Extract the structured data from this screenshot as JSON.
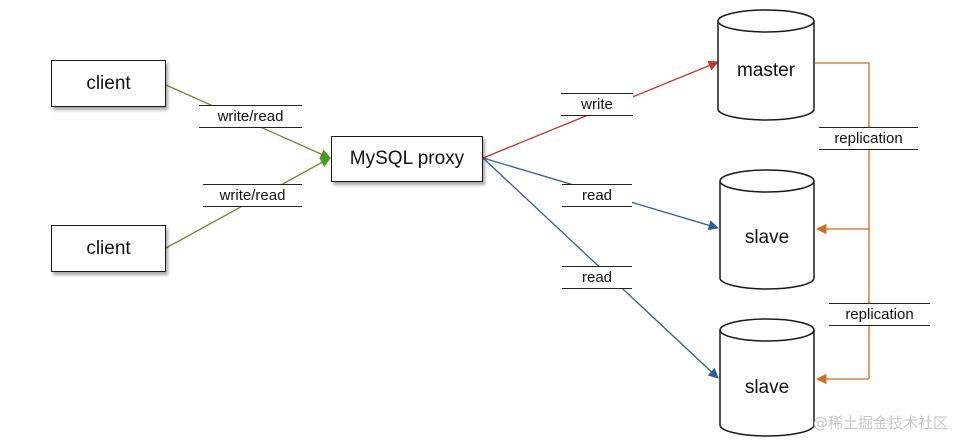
{
  "nodes": {
    "client_top": "client",
    "client_bottom": "client",
    "proxy": "MySQL proxy",
    "master": "master",
    "slave_top": "slave",
    "slave_bottom": "slave"
  },
  "edge_labels": {
    "client_top_to_proxy": "write/read",
    "client_bottom_to_proxy": "write/read",
    "proxy_to_master": "write",
    "proxy_to_slave_top": "read",
    "proxy_to_slave_bottom": "read",
    "replication_top": "replication",
    "replication_bottom": "replication"
  },
  "colors": {
    "client_edge": "#6a8f3a",
    "write_edge": "#c0392b",
    "read_edge": "#2e5f94",
    "replication_edge": "#c8711e"
  },
  "watermark": "@稀土掘金技术社区"
}
